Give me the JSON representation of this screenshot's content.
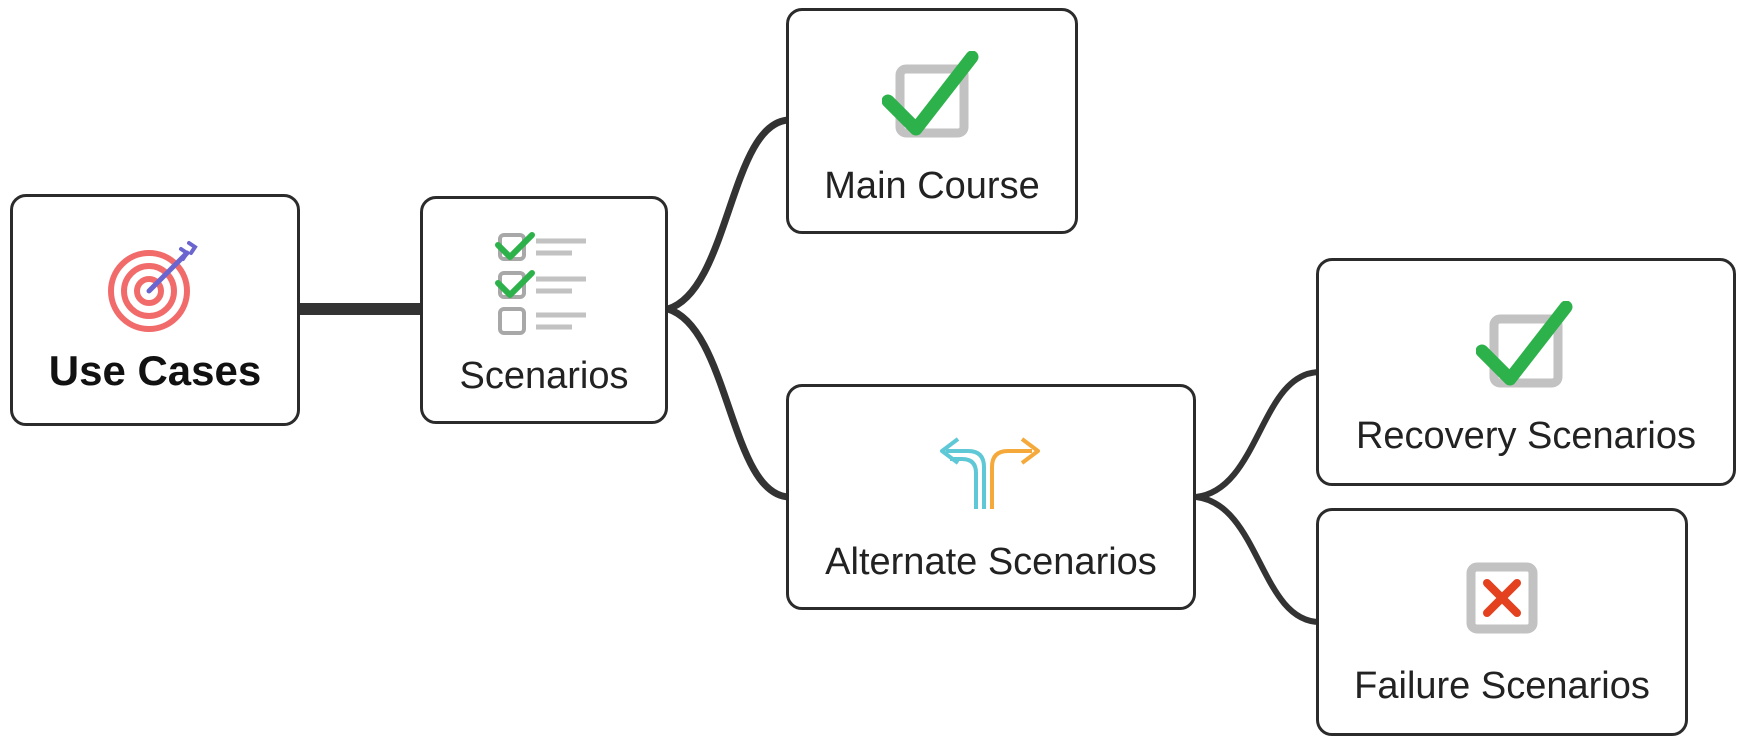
{
  "diagram": {
    "type": "mind-map",
    "nodes": [
      {
        "id": "use-cases",
        "label": "Use Cases",
        "icon": "target-icon"
      },
      {
        "id": "scenarios",
        "label": "Scenarios",
        "icon": "checklist-icon",
        "parent": "use-cases"
      },
      {
        "id": "main-course",
        "label": "Main Course",
        "icon": "checkmark-box-icon",
        "parent": "scenarios"
      },
      {
        "id": "alternate-scenarios",
        "label": "Alternate Scenarios",
        "icon": "split-arrows-icon",
        "parent": "scenarios"
      },
      {
        "id": "recovery-scenarios",
        "label": "Recovery Scenarios",
        "icon": "checkmark-box-icon",
        "parent": "alternate-scenarios"
      },
      {
        "id": "failure-scenarios",
        "label": "Failure Scenarios",
        "icon": "cross-box-icon",
        "parent": "alternate-scenarios"
      }
    ]
  },
  "colors": {
    "border": "#2b2b2b",
    "connector": "#333333",
    "check_green": "#2db14a",
    "box_gray": "#c2c2c2",
    "cross_red": "#e4411f",
    "target_red": "#f26b6b",
    "arrow_blue": "#5fc8d6",
    "arrow_orange": "#f5a93a",
    "dart_purple": "#6b66cf"
  }
}
